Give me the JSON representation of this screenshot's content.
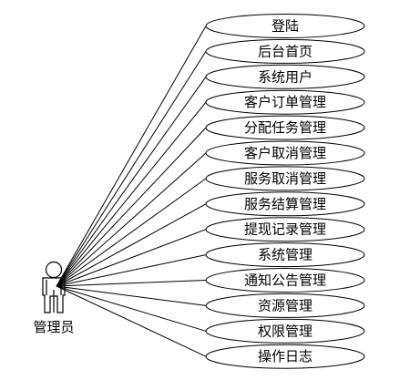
{
  "diagram": {
    "actor": {
      "label": "管理员",
      "icon": "stick-figure-actor-icon"
    },
    "use_cases": [
      {
        "label": "登陆"
      },
      {
        "label": "后台首页"
      },
      {
        "label": "系统用户"
      },
      {
        "label": "客户订单管理"
      },
      {
        "label": "分配任务管理"
      },
      {
        "label": "客户取消管理"
      },
      {
        "label": "服务取消管理"
      },
      {
        "label": "服务结算管理"
      },
      {
        "label": "提现记录管理"
      },
      {
        "label": "系统管理"
      },
      {
        "label": "通知公告管理"
      },
      {
        "label": "资源管理"
      },
      {
        "label": "权限管理"
      },
      {
        "label": "操作日志"
      }
    ],
    "colors": {
      "stroke": "#000000",
      "fill": "#ffffff",
      "text": "#000000"
    }
  }
}
